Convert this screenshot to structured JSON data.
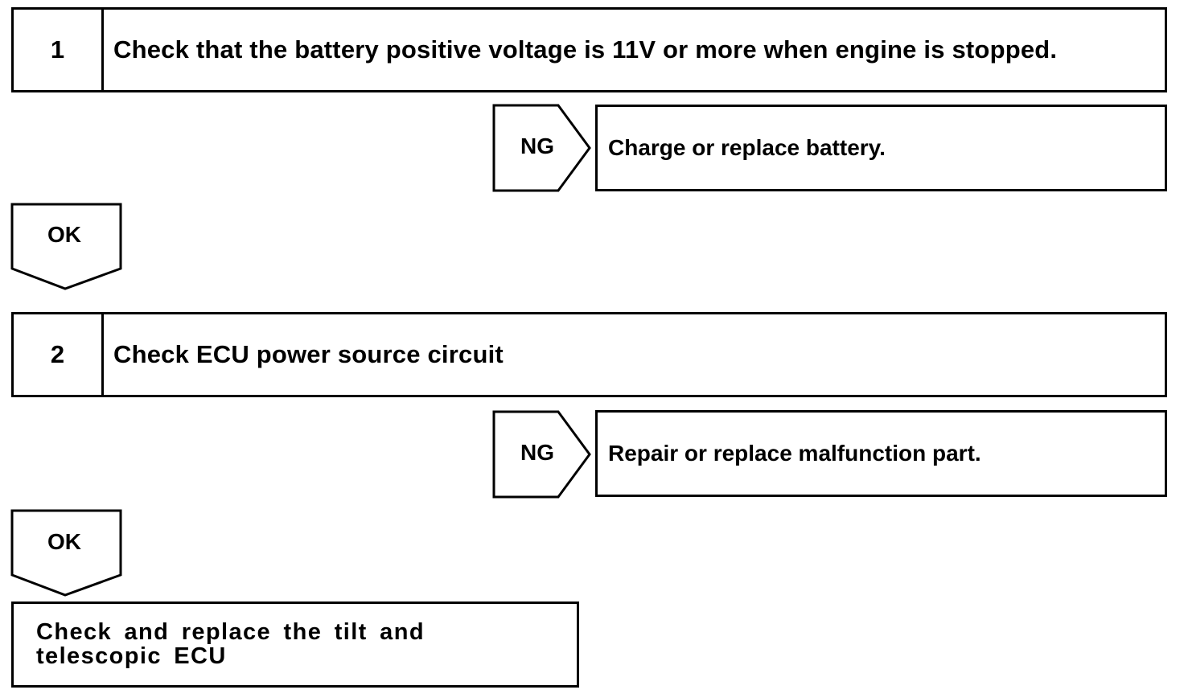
{
  "steps": [
    {
      "number": "1",
      "text": "Check that the battery positive voltage is 11V or more when engine is stopped.",
      "ng_label": "NG",
      "ng_action": "Charge or replace battery.",
      "ok_label": "OK"
    },
    {
      "number": "2",
      "text": "Check ECU power source circuit",
      "ng_label": "NG",
      "ng_action": "Repair or replace malfunction part.",
      "ok_label": "OK"
    }
  ],
  "final_action": "Check and replace the tilt and telescopic ECU"
}
